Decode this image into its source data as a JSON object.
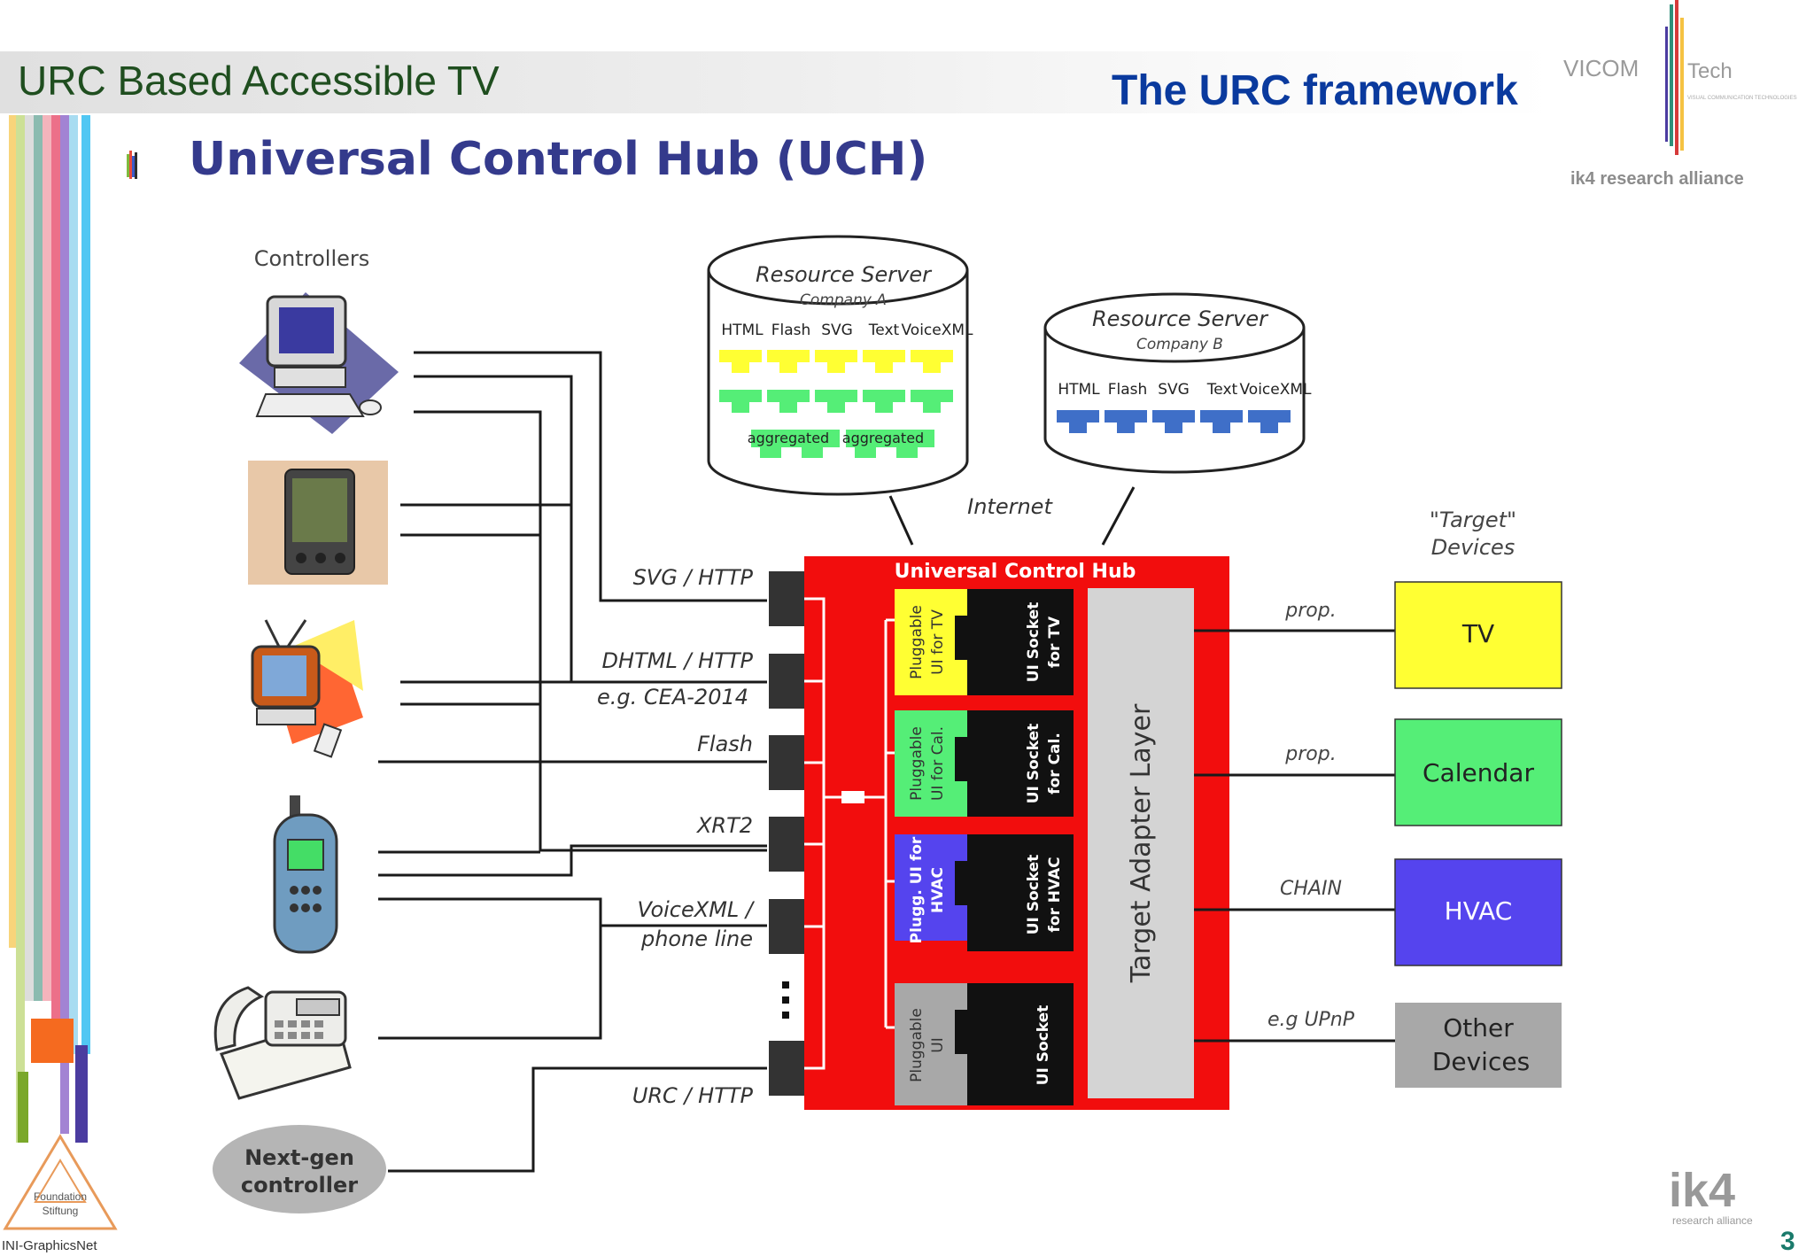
{
  "header": {
    "deck_title": "URC Based Accessible TV",
    "section_title": "The URC framework",
    "slide_heading": "Universal Control Hub (UCH)",
    "page_number": "3"
  },
  "logos": {
    "vicom_left": "VICOM",
    "vicom_right": "Tech",
    "vicom_sub": "VISUAL COMMUNICATION TECHNOLOGIES",
    "ik4_alliance": "ik4 research alliance",
    "ik4_mark": "ik4",
    "ik4_mark_sub": "research alliance",
    "foundation_line1": "Foundation",
    "foundation_line2": "Stiftung",
    "foundation_name": "INI-GraphicsNet"
  },
  "diagram": {
    "controllers_title": "Controllers",
    "next_gen_line1": "Next-gen",
    "next_gen_line2": "controller",
    "protocols": {
      "svg_http": "SVG / HTTP",
      "dhtml_http": "DHTML / HTTP",
      "cea": "e.g. CEA-2014",
      "flash": "Flash",
      "xrt2": "XRT2",
      "voicexml1": "VoiceXML /",
      "voicexml2": "phone line",
      "urc_http": "URC / HTTP"
    },
    "server_a": {
      "title": "Resource Server",
      "company": "Company A",
      "formats": [
        "HTML",
        "Flash",
        "SVG",
        "Text",
        "VoiceXML"
      ],
      "aggregated": [
        "aggregated",
        "aggregated"
      ]
    },
    "server_b": {
      "title": "Resource Server",
      "company": "Company B",
      "formats": [
        "HTML",
        "Flash",
        "SVG",
        "Text",
        "VoiceXML"
      ]
    },
    "internet": "Internet",
    "hub_title": "Universal Control Hub",
    "target_adapter": "Target Adapter Layer",
    "pluggable": [
      {
        "line1": "Pluggable",
        "line2": "UI for TV"
      },
      {
        "line1": "Pluggable",
        "line2": "UI for Cal."
      },
      {
        "line1": "Plugg. UI for",
        "line2": "HVAC"
      },
      {
        "line1": "Pluggable",
        "line2": "UI"
      }
    ],
    "sockets": [
      {
        "line1": "UI Socket",
        "line2": "for TV"
      },
      {
        "line1": "UI Socket",
        "line2": "for Cal."
      },
      {
        "line1": "UI Socket",
        "line2": "for HVAC"
      },
      {
        "line1": "UI Socket",
        "line2": ""
      }
    ],
    "links": [
      "prop.",
      "prop.",
      "CHAIN",
      "e.g  UPnP"
    ],
    "target_title_1": "\"Target\"",
    "target_title_2": "Devices",
    "devices": [
      {
        "line1": "TV",
        "line2": ""
      },
      {
        "line1": "Calendar",
        "line2": ""
      },
      {
        "line1": "HVAC",
        "line2": ""
      },
      {
        "line1": "Other",
        "line2": "Devices"
      }
    ]
  },
  "colors": {
    "hub_red": "#f20d0d",
    "tv_yellow": "#ffff33",
    "calendar_green": "#55ee77",
    "hvac_blue": "#5544ee",
    "other_gray": "#a8a8a8",
    "heading_blue": "#343a8c"
  }
}
